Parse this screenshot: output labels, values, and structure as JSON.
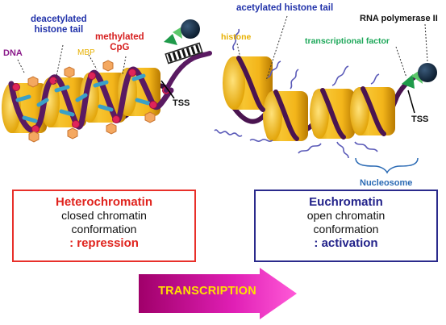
{
  "left_panel": {
    "labels": {
      "dna": "DNA",
      "deacetylated": "deacetylated\nhistone tail",
      "mbp": "MBP",
      "methylated": "methylated\nCpG",
      "tss": "TSS"
    },
    "box": {
      "title": "Heterochromatin",
      "line1": "closed chromatin",
      "line2": "conformation",
      "outcome": ": repression"
    }
  },
  "right_panel": {
    "labels": {
      "acetylated": "acetylated histone tail",
      "rna_pol": "RNA polymerase II",
      "histone": "histone",
      "tf": "transcriptional factor",
      "tss": "TSS",
      "nucleosome": "Nucleosome"
    },
    "box": {
      "title": "Euchromatin",
      "line1": "open chromatin",
      "line2": "conformation",
      "outcome": ": activation"
    }
  },
  "arrow": {
    "label": "TRANSCRIPTION"
  },
  "colors": {
    "histone": "#f2b416",
    "dna": "#4a1450",
    "red_box": "#e8302a",
    "blue_box": "#2a2a8c",
    "label_blue": "#2233aa",
    "label_red": "#d61e1e",
    "label_yellow": "#e7b000",
    "label_green": "#1ea85a",
    "arrow_start": "#b0006e",
    "arrow_end": "#ff33cc"
  }
}
